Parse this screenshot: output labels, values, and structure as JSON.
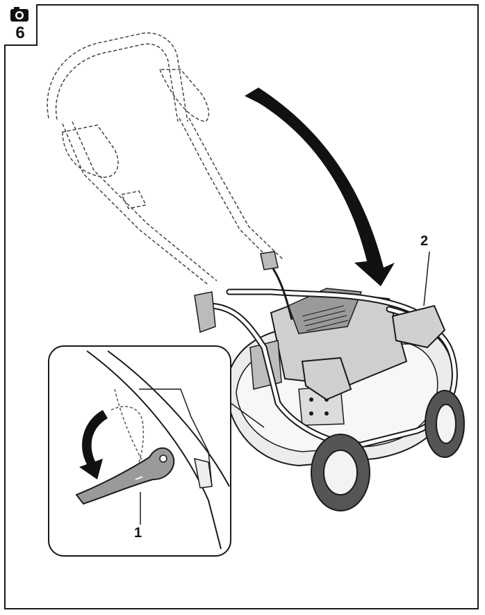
{
  "badge": {
    "step_number": "6",
    "icon": "camera-icon"
  },
  "callouts": [
    {
      "id": "1",
      "label": "1"
    },
    {
      "id": "2",
      "label": "2"
    }
  ],
  "colors": {
    "line": "#1a1a1a",
    "fill_light": "#d8d8d8",
    "fill_mid": "#bdbdbd",
    "fill_dark": "#555555",
    "arrow": "#111111"
  }
}
